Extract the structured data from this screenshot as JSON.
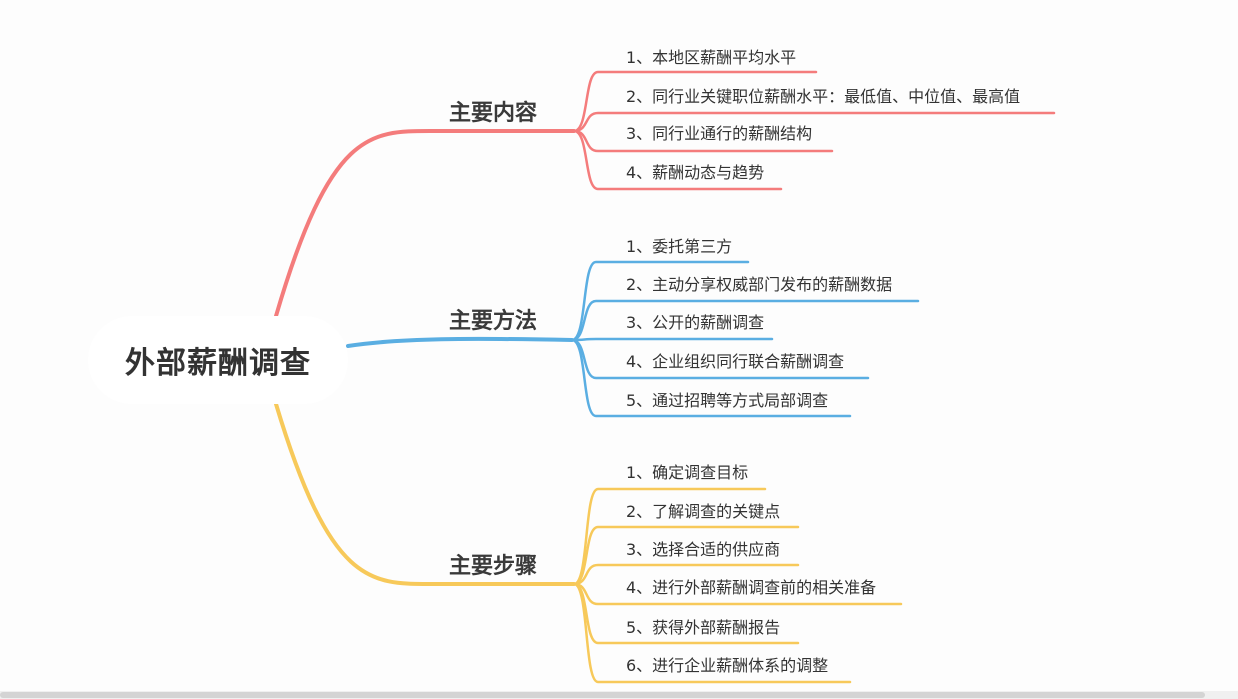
{
  "root": {
    "label": "外部薪酬调查"
  },
  "branches": [
    {
      "label": "主要内容",
      "color": "#f47c7c",
      "items": [
        "1、本地区薪酬平均水平",
        "2、同行业关键职位薪酬水平：最低值、中位值、最高值",
        "3、同行业通行的薪酬结构",
        "4、薪酬动态与趋势"
      ]
    },
    {
      "label": "主要方法",
      "color": "#5aaee2",
      "items": [
        "1、委托第三方",
        "2、主动分享权威部门发布的薪酬数据",
        "3、公开的薪酬调查",
        "4、企业组织同行联合薪酬调查",
        "5、通过招聘等方式局部调查"
      ]
    },
    {
      "label": "主要步骤",
      "color": "#f7c95a",
      "items": [
        "1、确定调查目标",
        "2、了解调查的关键点",
        "3、选择合适的供应商",
        "4、进行外部薪酬调查前的相关准备",
        "5、获得外部薪酬报告",
        "6、进行企业薪酬体系的调整"
      ]
    }
  ]
}
